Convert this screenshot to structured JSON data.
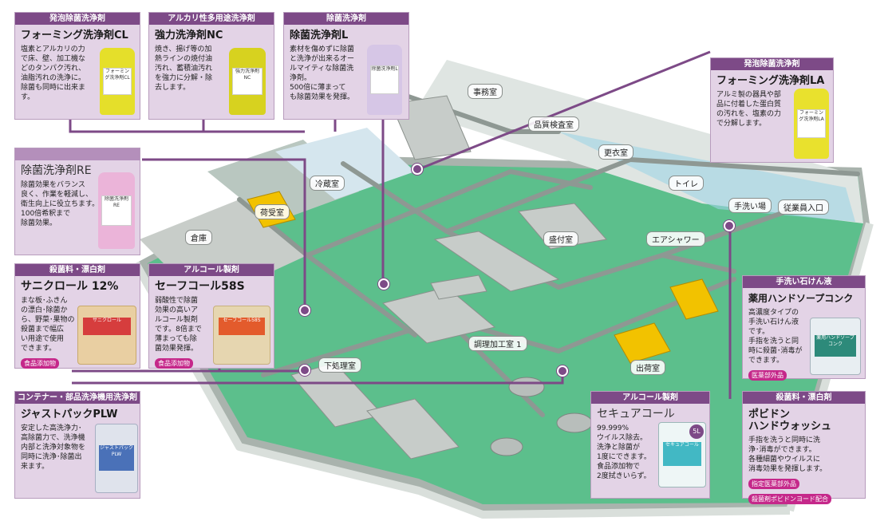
{
  "colors": {
    "accent": "#7d4a87",
    "panel": "#e3d3e6",
    "floor": "#5cbf8c",
    "tag": "#c5288a"
  },
  "rooms": [
    {
      "id": "jimushitsu",
      "label": "事務室"
    },
    {
      "id": "hinshitsu",
      "label": "品質検査室"
    },
    {
      "id": "koui",
      "label": "更衣室"
    },
    {
      "id": "toilet",
      "label": "トイレ"
    },
    {
      "id": "tearai",
      "label": "手洗い場"
    },
    {
      "id": "entrance",
      "label": "従業員入口"
    },
    {
      "id": "reizo",
      "label": "冷蔵室"
    },
    {
      "id": "niuke",
      "label": "荷受室"
    },
    {
      "id": "soko",
      "label": "倉庫"
    },
    {
      "id": "moritsuke",
      "label": "盛付室"
    },
    {
      "id": "airshower",
      "label": "エアシャワー"
    },
    {
      "id": "chori",
      "label": "調理加工室 1"
    },
    {
      "id": "shukka",
      "label": "出荷室"
    },
    {
      "id": "shita",
      "label": "下処理室"
    }
  ],
  "products": [
    {
      "id": "foaming-cl",
      "category": "発泡除菌洗浄剤",
      "name": "フォーミング洗浄剤CL",
      "desc": "塩素とアルカリの力\nで床、壁、加工機な\nどのタンパク汚れ、\n油脂汚れの洗浄に。\n除菌も同時に出来ま\nす。",
      "product_label": "フォーミング洗浄剤CL"
    },
    {
      "id": "kyoryoku-nc",
      "category": "アルカリ性多用途洗浄剤",
      "name": "強力洗浄剤NC",
      "desc": "焼き、揚げ等の加\n熱ラインの焼付油\n汚れ、蓄積油汚れ\nを強力に分解・除\n去します。",
      "product_label": "強力洗浄剤NC"
    },
    {
      "id": "jokin-l",
      "category": "除菌洗浄剤",
      "name": "除菌洗浄剤L",
      "desc": "素材を傷めずに除菌\nと洗浄が出来るオー\nルマイティな除菌洗\n浄剤。\n500倍に薄まって\nも除菌効果を発揮。",
      "product_label": "除菌洗浄剤L"
    },
    {
      "id": "foaming-la",
      "category": "発泡除菌洗浄剤",
      "name": "フォーミング洗浄剤LA",
      "desc": "アルミ製の器具や部\n品に付着した蛋白質\nの汚れを、塩素の力\nで分解します。",
      "product_label": "フォーミング洗浄剤LA"
    },
    {
      "id": "jokin-re",
      "category": "",
      "name": "除菌洗浄剤RE",
      "desc": "除菌効果をバランス\n良く、作業を軽減し、\n衛生向上に役立ちます。\n100倍希釈まで\n除菌効果。",
      "product_label": "除菌洗浄剤RE"
    },
    {
      "id": "sanicrol",
      "category": "殺菌料・漂白剤",
      "name": "サニクロール 12%",
      "desc": "まな板･ふきん\nの漂白･除菌か\nら、野菜･果物の\n殺菌まで幅広\nい用途で使用\nできます。",
      "tag": "食品添加物",
      "product_label": "サニクロール"
    },
    {
      "id": "safecol",
      "category": "アルコール製剤",
      "name": "セーフコール58S",
      "desc": "弱酸性で除菌\n効果の高いア\nルコール製剤\nです。8倍まで\n薄まっても除\n菌効果発揮。",
      "tag": "食品添加物",
      "product_label": "セーフコール58S"
    },
    {
      "id": "handsoap",
      "category": "手洗い石けん液",
      "name": "薬用ハンドソープコンク",
      "desc": "高濃度タイプの\n手洗い石けん液\nです。\n手指を洗うと同\n時に殺菌･消毒が\nできます。",
      "tag": "医薬部外品",
      "product_label": "薬用ハンドソープコンク"
    },
    {
      "id": "justpack",
      "category": "コンテナー・部品洗浄機用洗浄剤",
      "name": "ジャストパックPLW",
      "desc": "安定した高洗浄力･\n高除菌力で、洗浄機\n内部と洗浄対象物を\n同時に洗浄･除菌出\n来ます。",
      "product_label": "ジャストパックPLW"
    },
    {
      "id": "secure",
      "category": "アルコール製剤",
      "name": "セキュアコール",
      "desc": "99.999%\nウイルス除去。\n洗浄と除菌が\n1度にできます。\n食品添加物で\n2度拭きいらず。",
      "product_label": "セキュアコール",
      "size": "5L"
    },
    {
      "id": "povidone",
      "category": "殺菌料・漂白剤",
      "name": "ポビドン\nハンドウォッシュ",
      "desc": "手指を洗うと同時に洗\n浄･消毒ができます。\n各種細菌やウイルスに\n消毒効果を発揮します。",
      "tag": "指定医薬部外品",
      "tag2": "殺菌剤ポビドンヨード配合"
    }
  ]
}
